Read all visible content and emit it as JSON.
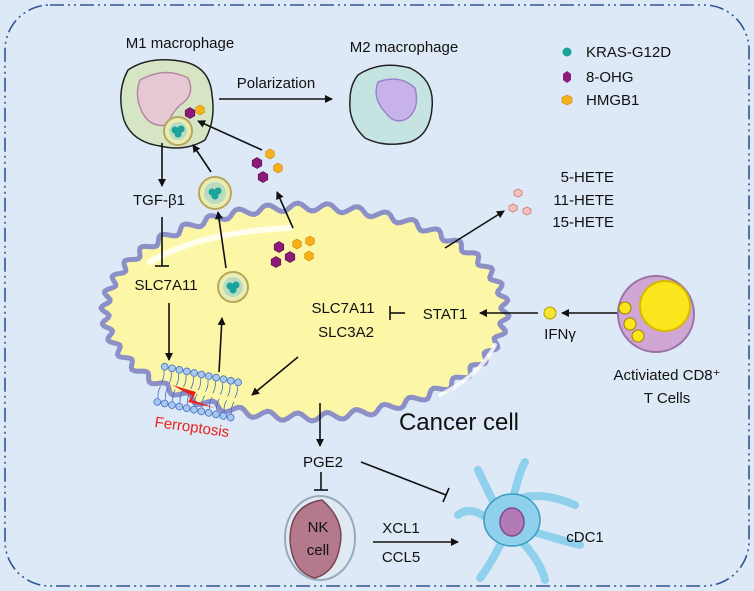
{
  "title_labels": {
    "m1": "M1 macrophage",
    "m2": "M2 macrophage",
    "polarization": "Polarization",
    "tgf": "TGF-β1",
    "slc7a11_left": "SLC7A11",
    "slc7a11_right": "SLC7A11",
    "slc3a2": "SLC3A2",
    "stat1": "STAT1",
    "ifn": "IFNγ",
    "cd8_line1": "Activiated CD8⁺",
    "cd8_line2": "T Cells",
    "ferroptosis": "Ferroptosis",
    "cancer_cell": "Cancer cell",
    "pge2": "PGE2",
    "nk_line1": "NK",
    "nk_line2": "cell",
    "xcl1": "XCL1",
    "ccl5": "CCL5",
    "cdc1": "cDC1"
  },
  "hete": [
    "5-HETE",
    "11-HETE",
    "15-HETE"
  ],
  "legend": [
    {
      "label": "KRAS-G12D",
      "icon": "teal-sphere",
      "color": "#1aa39a"
    },
    {
      "label": "8-OHG",
      "icon": "purple-hexagon",
      "color": "#8b1a7a"
    },
    {
      "label": "HMGB1",
      "icon": "orange-hexagon",
      "color": "#f5b01c"
    }
  ],
  "colors": {
    "background": "#dde9f6",
    "border": "#2f5596",
    "cancer_fill": "#fcf7a6",
    "membrane": "#8c90c6"
  }
}
